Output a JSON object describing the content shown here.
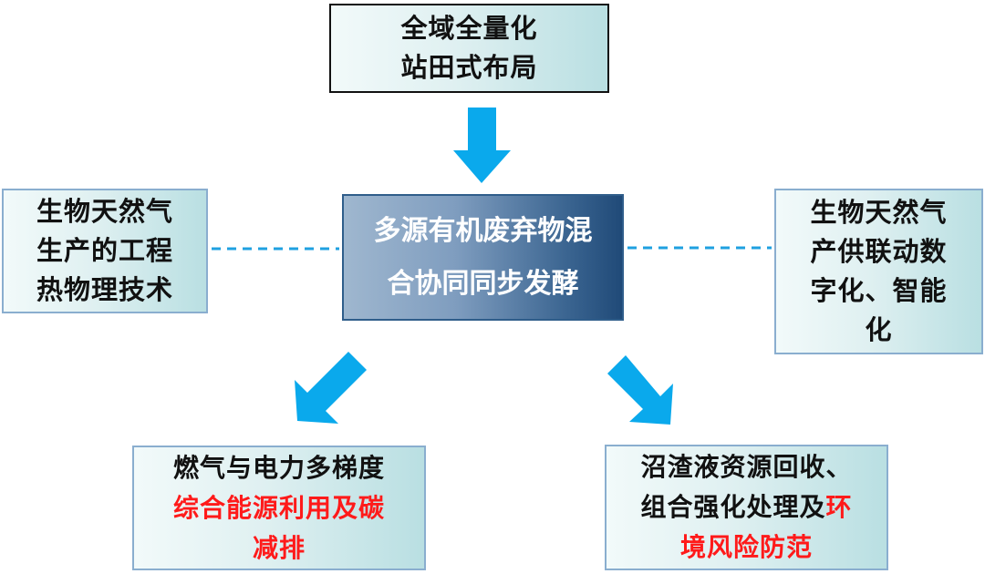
{
  "top": {
    "line1": "全域全量化",
    "line2": "站田式布局"
  },
  "center": {
    "line1": "多源有机废弃物混",
    "line2": "合协同同步发酵"
  },
  "left": {
    "line1": "生物天然气",
    "line2": "生产的工程",
    "line3": "热物理技术"
  },
  "right": {
    "line1": "生物天然气",
    "line2": "产供联动数",
    "line3": "字化、智能",
    "line4": "化"
  },
  "bottom_left": {
    "line1": "燃气与电力多梯度",
    "line2": "综合能源利用及碳",
    "line3": "减排"
  },
  "bottom_right": {
    "line1": "沼渣液资源回收、",
    "line2_black": "组合强化处理及",
    "line2_red": "环",
    "line3": "境风险防范"
  },
  "colors": {
    "arrow": "#0aa9ec",
    "dash": "#1fa0e0",
    "highlight": "#ff1a1a",
    "center_dark": "#204a78"
  }
}
